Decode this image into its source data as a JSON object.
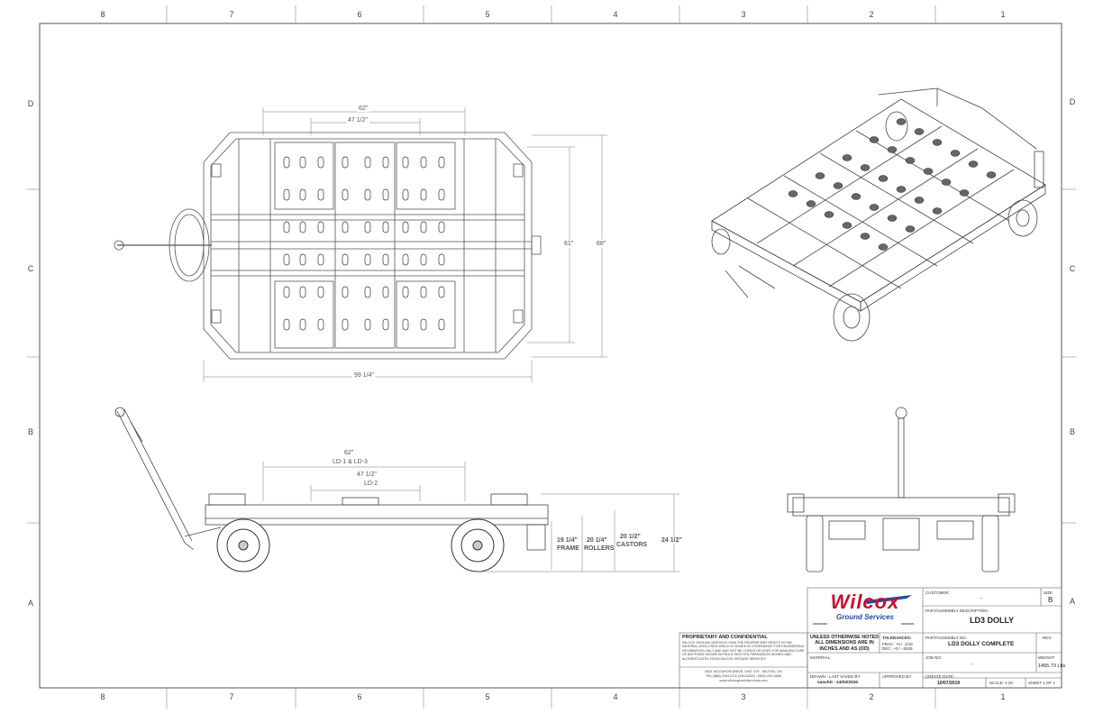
{
  "zones": {
    "top": [
      "8",
      "7",
      "6",
      "5",
      "4",
      "3",
      "2",
      "1"
    ],
    "bottom": [
      "8",
      "7",
      "6",
      "5",
      "4",
      "3",
      "2",
      "1"
    ],
    "left": [
      "D",
      "C",
      "B",
      "A"
    ],
    "right": [
      "D",
      "C",
      "B",
      "A"
    ]
  },
  "top_view": {
    "dim_62": "62\"",
    "dim_47": "47 1/2\"",
    "dim_61": "61\"",
    "dim_68": "68\"",
    "dim_99": "99 1/4\""
  },
  "side_view": {
    "dim_62": "62\"",
    "dim_62_note": "LD-1 & LD-3",
    "dim_47": "47 1/2\"",
    "dim_47_note": "LD-2",
    "frame_val": "19 1/4\"",
    "frame_lbl": "FRAME",
    "rollers_val": "20 1/4\"",
    "rollers_lbl": "ROLLERS",
    "castors_val": "20 1/2\"",
    "castors_lbl": "CASTORS",
    "overall_val": "24 1/2\""
  },
  "title_block": {
    "logo_name": "Wilcox",
    "logo_sub": "Ground Services",
    "customer_lbl": "CUSTOMER:",
    "customer_val": "-",
    "size_lbl": "SIZE",
    "size_val": "B",
    "desc_lbl": "PART/ASSEMBLY DESCRIPTION:",
    "desc_val": "LD3 DOLLY",
    "unless_text": "UNLESS OTHERWISE NOTED ALL DIMENSIONS ARE IN INCHES AND AS (OD)",
    "tol_lbl": "TOLERANCES:",
    "tol_frac": "FRAC: +0 / -1/16",
    "tol_dec": "DEC: +0 / -.0625",
    "partno_lbl": "PART/ASSEMBLY NO:",
    "partno_val": "LD3 DOLLY COMPLETE",
    "rev_lbl": "REV:",
    "material_lbl": "MATERIAL:",
    "jobno_lbl": "JOB NO:",
    "jobno_val": "-",
    "weight_lbl": "WEIGHT:",
    "weight_val": "1455.73 Lbs",
    "drawn_lbl": "DRAWN - LAST SAVED BY:",
    "drawn_val": "sanchit - 24/02/2020",
    "approved_lbl": "APPROVED BY:",
    "create_lbl": "CREATE DATE:",
    "create_val": "10/07/2019",
    "scale_lbl": "SCALE: 1:20",
    "sheet_lbl": "SHEET 1 OF 1",
    "prop_title": "PROPRIETARY AND CONFIDENTIAL",
    "prop_text": "WILCOX GROUND SERVICES OWN THE PROPRIETARY RIGHTS IN THE MATERIAL DISCLOSED WHICH IS ISSUED IN CONFIDENCE FOR ENGINEERING INFORMATION ONLY AND MAY NOT BE COPIED OR USED FOR MANUFACTURE OF ANYTHING SHOWN WITHOUT WRITTEN PERMISSION SIGNED AND AUTHENTICATED FROM WILCOX GROUND SERVICES",
    "address_1": "5841 MCGA­HON DRIVE, UNIT 376 - MILTON, ON",
    "address_2": "TEL (888) 2WILCOX (294-5269) / (905) 203-9886",
    "address_3": "www.wilcoxgroundservices.com"
  },
  "colors": {
    "line": "#444444",
    "logo_red": "#c8102e",
    "logo_blue": "#1f4e9c"
  }
}
